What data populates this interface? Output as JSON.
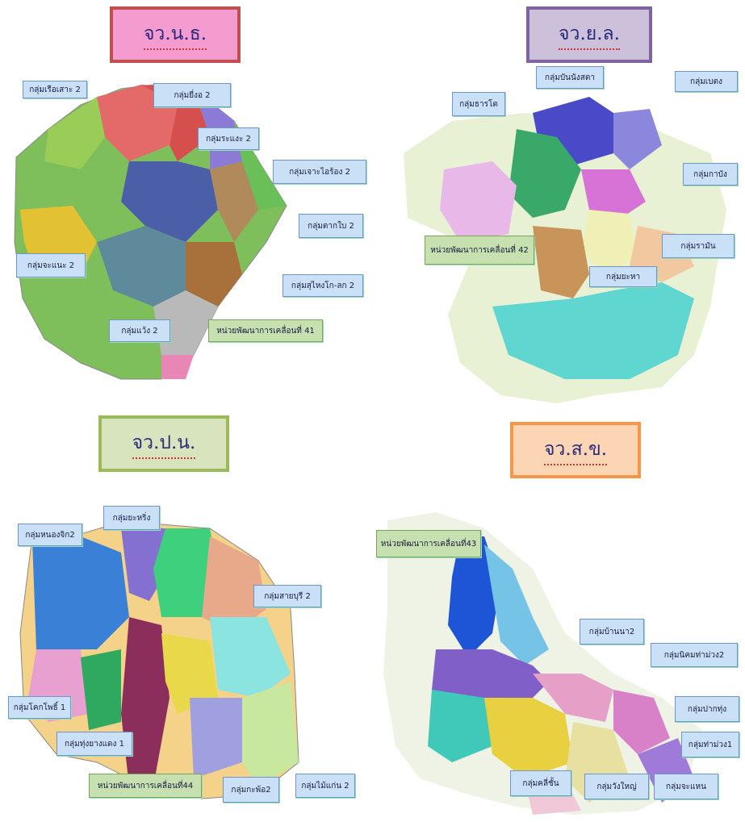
{
  "panels": [
    {
      "title": "จว.น.ธ.",
      "title_border": "#c0504d",
      "title_bg": "#f49bd0",
      "callouts": [
        "กลุ่มเรือเสาะ 2",
        "กลุ่มยี่งอ 2",
        "กลุ่มระแงะ 2",
        "กลุ่มเจาะไอร้อง 2",
        "กลุ่มตากใบ 2",
        "กลุ่มจะแนะ 2",
        "กลุ่มสุไหงโก-ลก 2",
        "กลุ่มแว้ง 2"
      ],
      "unit": "หน่วยพัฒนาการเคลื่อนที่ 41"
    },
    {
      "title": "จว.ย.ล.",
      "title_border": "#8064a2",
      "title_bg": "#ccc0da",
      "callouts": [
        "กลุ่มบันนังสตา",
        "กลุ่มเบตง",
        "กลุ่มธารโต",
        "กลุ่มกาบัง",
        "กลุ่มรามัน",
        "กลุ่มยะหา"
      ],
      "unit": "หน่วยพัฒนาการเคลื่อนที่ 42"
    },
    {
      "title": "จว.ป.น.",
      "title_border": "#9bbb59",
      "title_bg": "#d7e4bd",
      "callouts": [
        "กลุ่มหนองจิก2",
        "กลุ่มยะหริ่ง",
        "กลุ่มสายบุรี 2",
        "กลุ่มโคกโพธิ์ 1",
        "กลุ่มทุ่งยางแดง 1",
        "กลุ่มกะพ้อ2",
        "กลุ่มไม้แก่น 2"
      ],
      "unit": "หน่วยพัฒนาการเคลื่อนที่44"
    },
    {
      "title": "จว.ส.ข.",
      "title_border": "#f79646",
      "title_bg": "#fcd5b4",
      "callouts": [
        "กลุ่มบ้านนา2",
        "กลุ่มนิคมท่าม่วง2",
        "กลุ่มปากทุ่ง",
        "กลุ่มท่าม่วง1",
        "กลุ่มคลี่ชั้น",
        "กลุ่มวังใหญ่",
        "กลุ่มจะแหน"
      ],
      "unit": "หน่วยพัฒนาการเคลื่อนที่43"
    }
  ]
}
